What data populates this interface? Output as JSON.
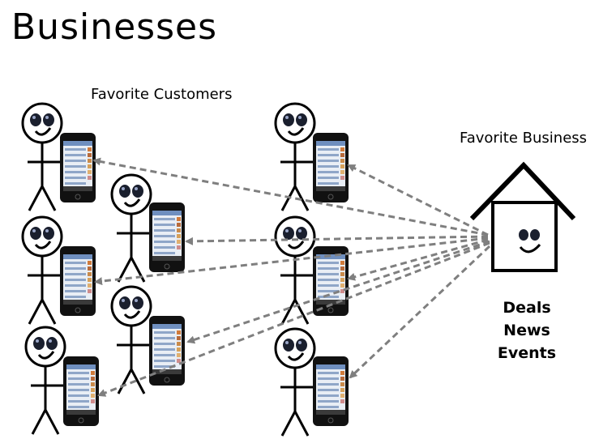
{
  "title": "Businesses",
  "labels": {
    "customers": "Favorite Customers",
    "business": "Favorite Business"
  },
  "benefits": [
    "Deals",
    "News",
    "Events"
  ],
  "colors": {
    "ink": "#000000",
    "arrow": "#7f7f7f",
    "eye": "#1a1f2e"
  }
}
